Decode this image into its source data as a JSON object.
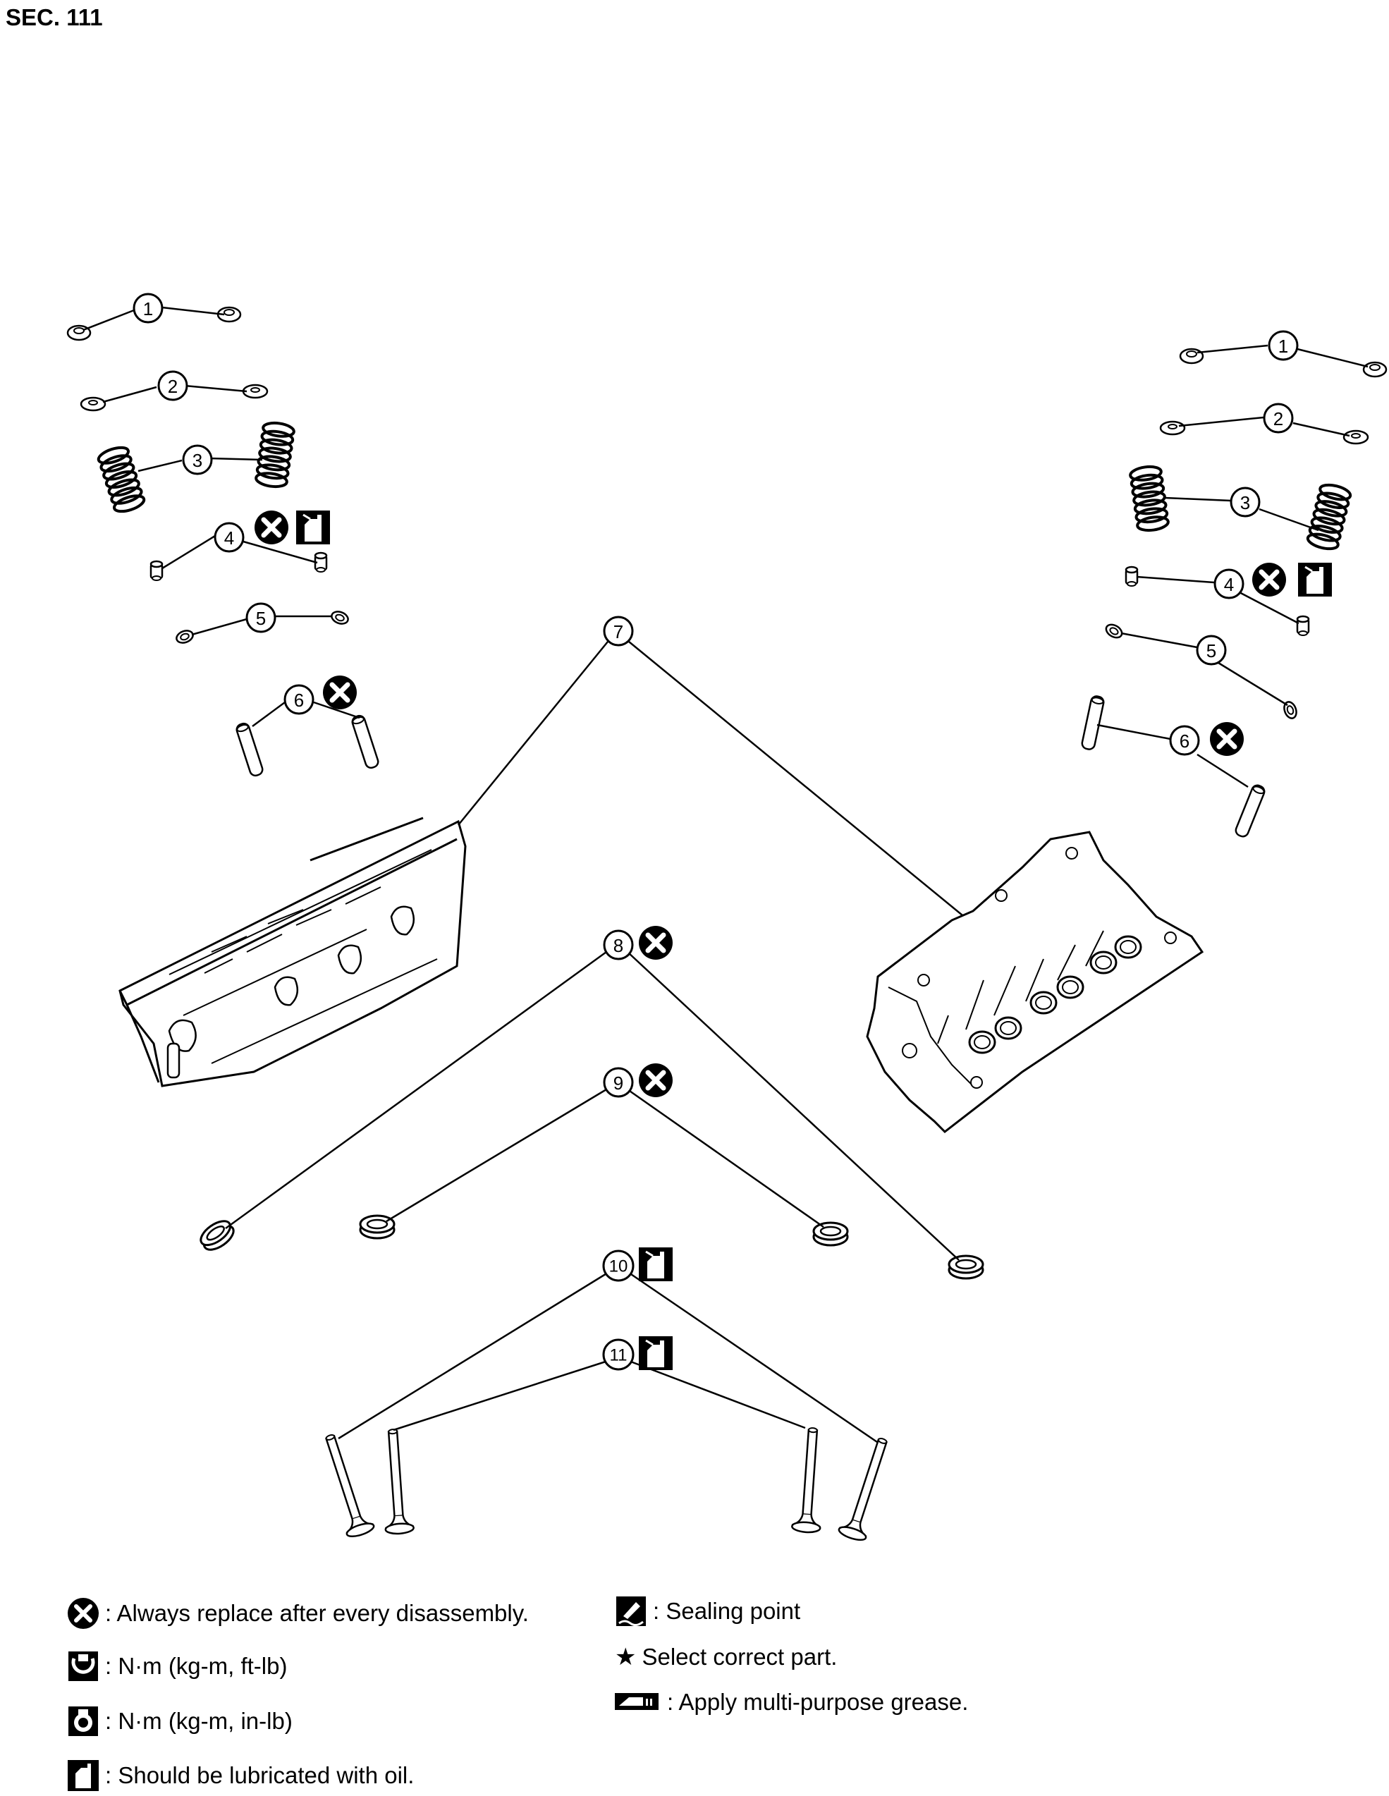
{
  "section_label": "SEC. 111",
  "callouts": {
    "l1": "1",
    "l2": "2",
    "l3": "3",
    "l4": "4",
    "l5": "5",
    "l6": "6",
    "r1": "1",
    "r2": "2",
    "r3": "3",
    "r4": "4",
    "r5": "5",
    "r6": "6",
    "c7": "7",
    "c8": "8",
    "c9": "9",
    "c10": "10",
    "c11": "11"
  },
  "legend": {
    "replace": ": Always replace after every disassembly.",
    "torque_ft": ": N·m (kg-m, ft-lb)",
    "torque_in": ": N·m (kg-m, in-lb)",
    "oil": ": Should be lubricated with oil.",
    "sealing": ": Sealing point",
    "select_star": "★",
    "select": "Select correct part.",
    "grease": ": Apply multi-purpose grease."
  }
}
